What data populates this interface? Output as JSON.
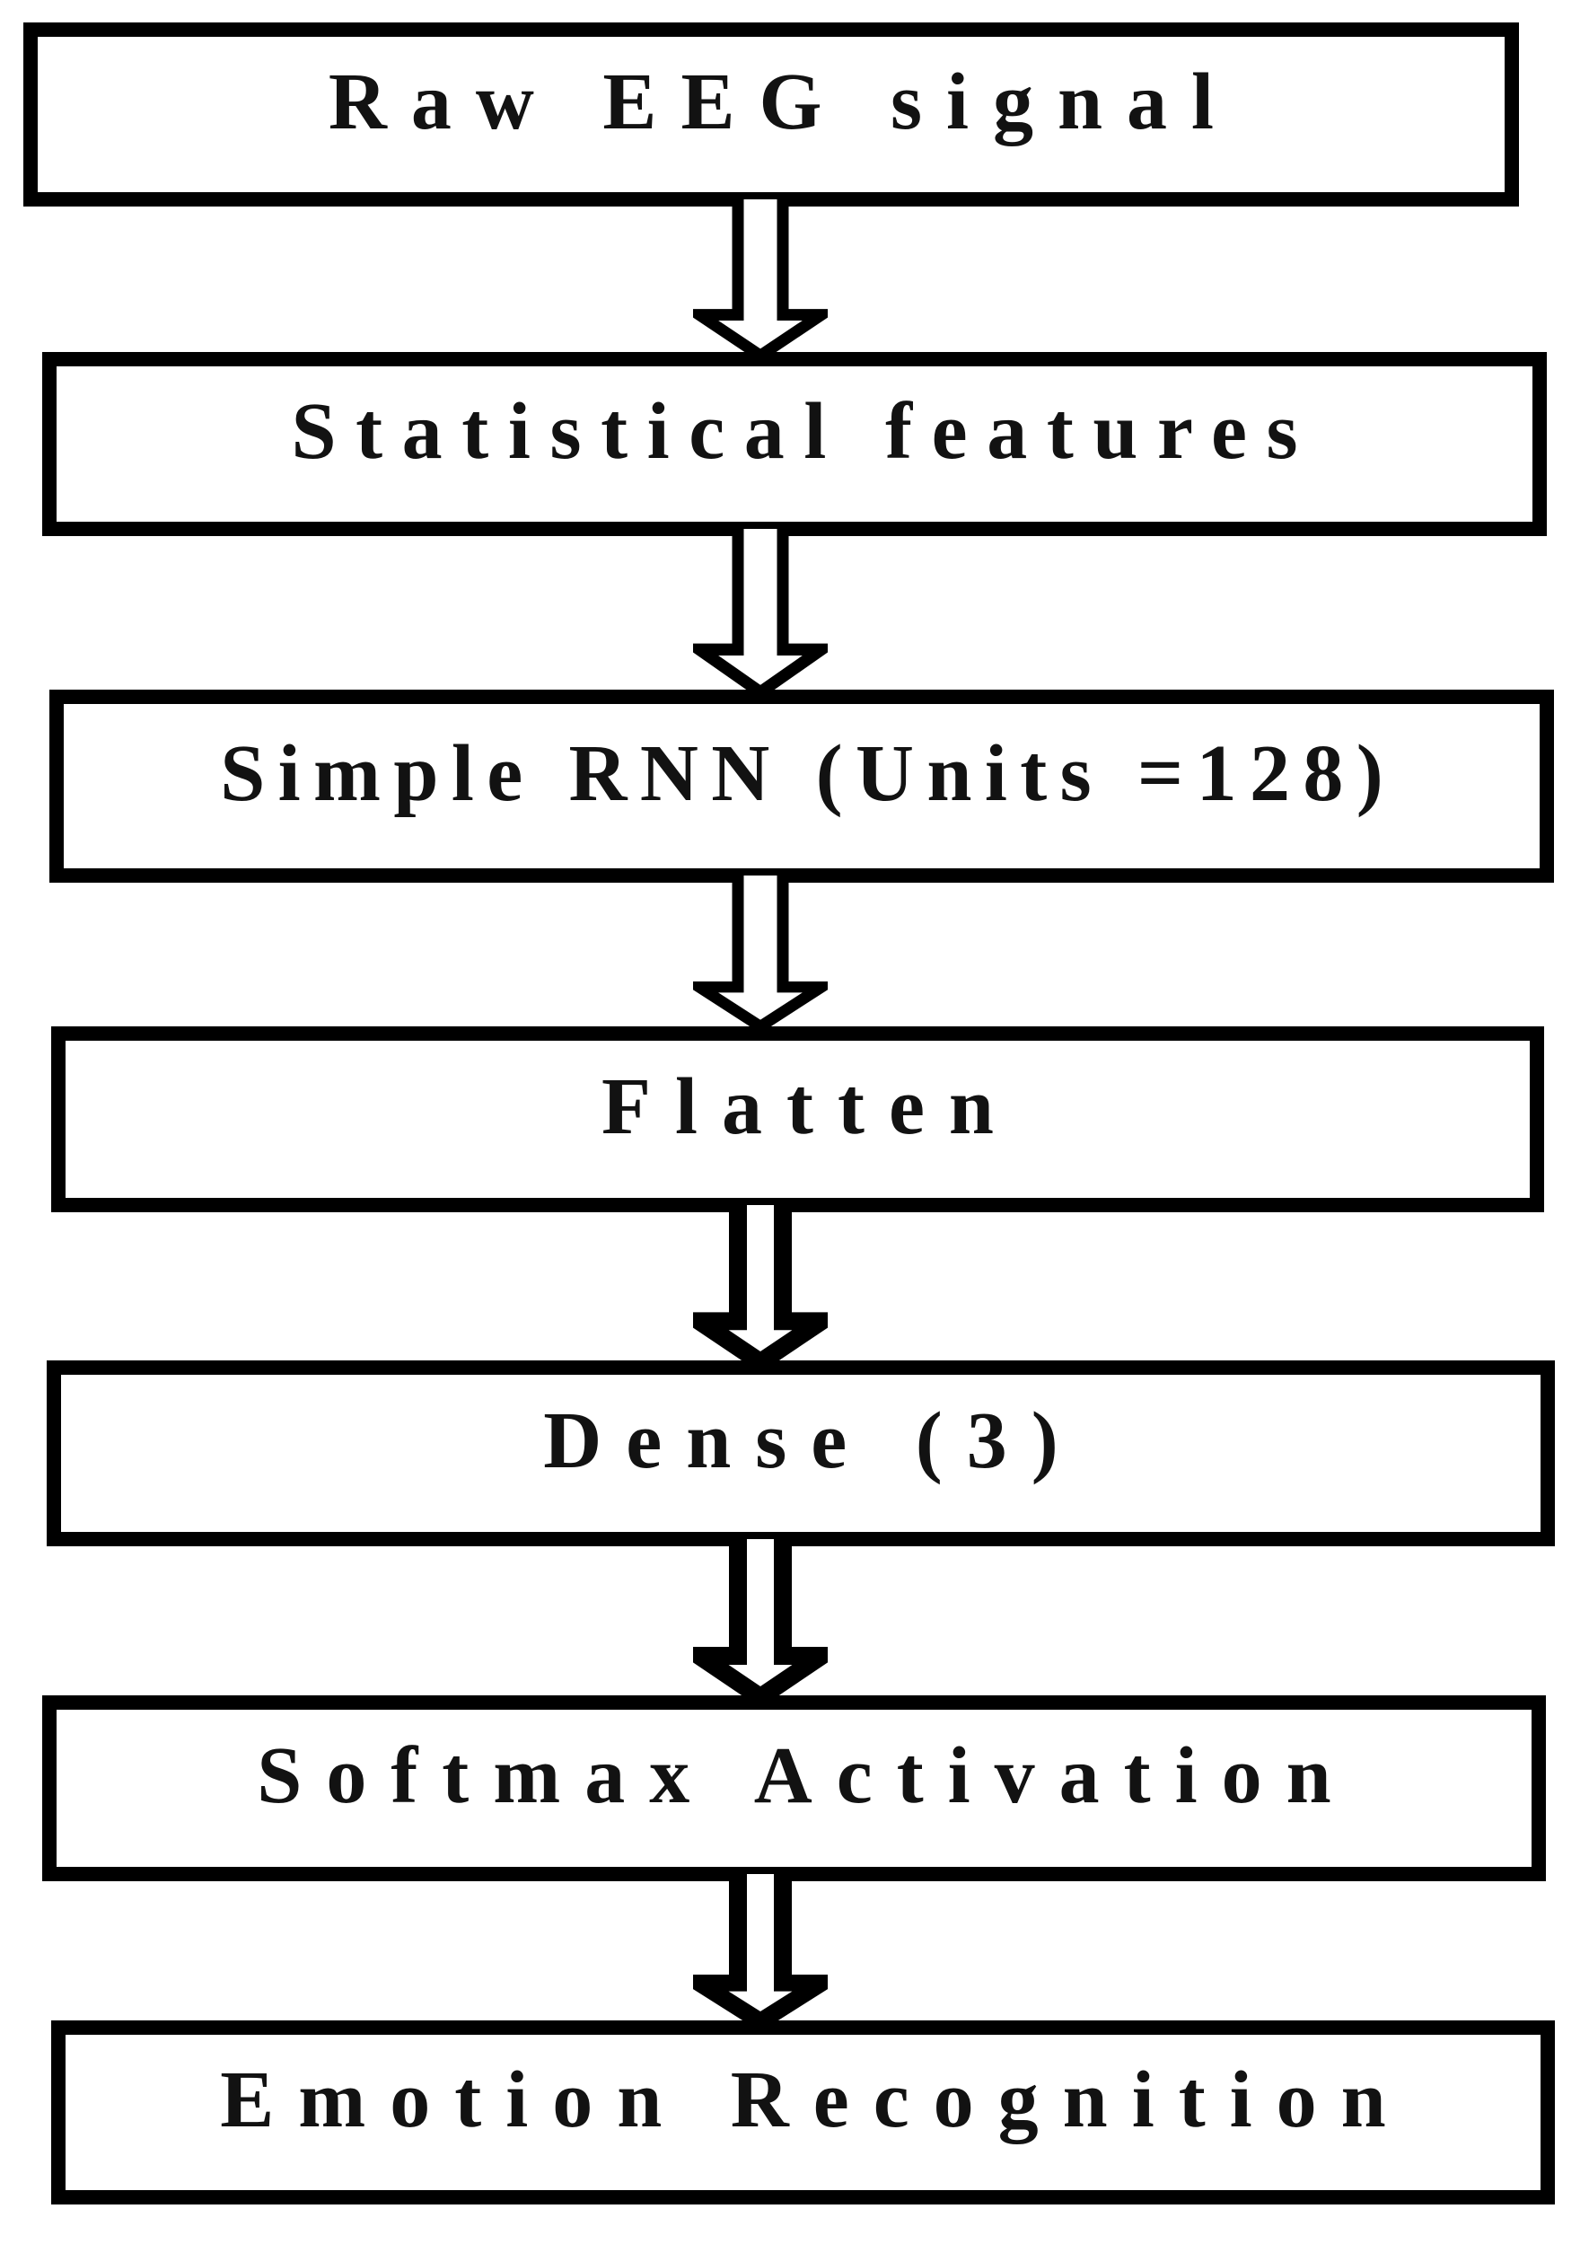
{
  "diagram": {
    "type": "flowchart",
    "direction": "top-down",
    "steps": [
      {
        "label": "Raw EEG signal"
      },
      {
        "label": "Statistical features"
      },
      {
        "label": "Simple RNN (Units =128)"
      },
      {
        "label": "Flatten"
      },
      {
        "label": "Dense (3)"
      },
      {
        "label": "Softmax Activation"
      },
      {
        "label": "Emotion Recognition"
      }
    ],
    "connector_icon": "down-arrow",
    "colors": {
      "box_border": "#000000",
      "box_fill": "#ffffff",
      "text": "#121212",
      "arrow_outline": "#000000",
      "arrow_fill": "#ffffff",
      "background": "#ffffff"
    }
  }
}
